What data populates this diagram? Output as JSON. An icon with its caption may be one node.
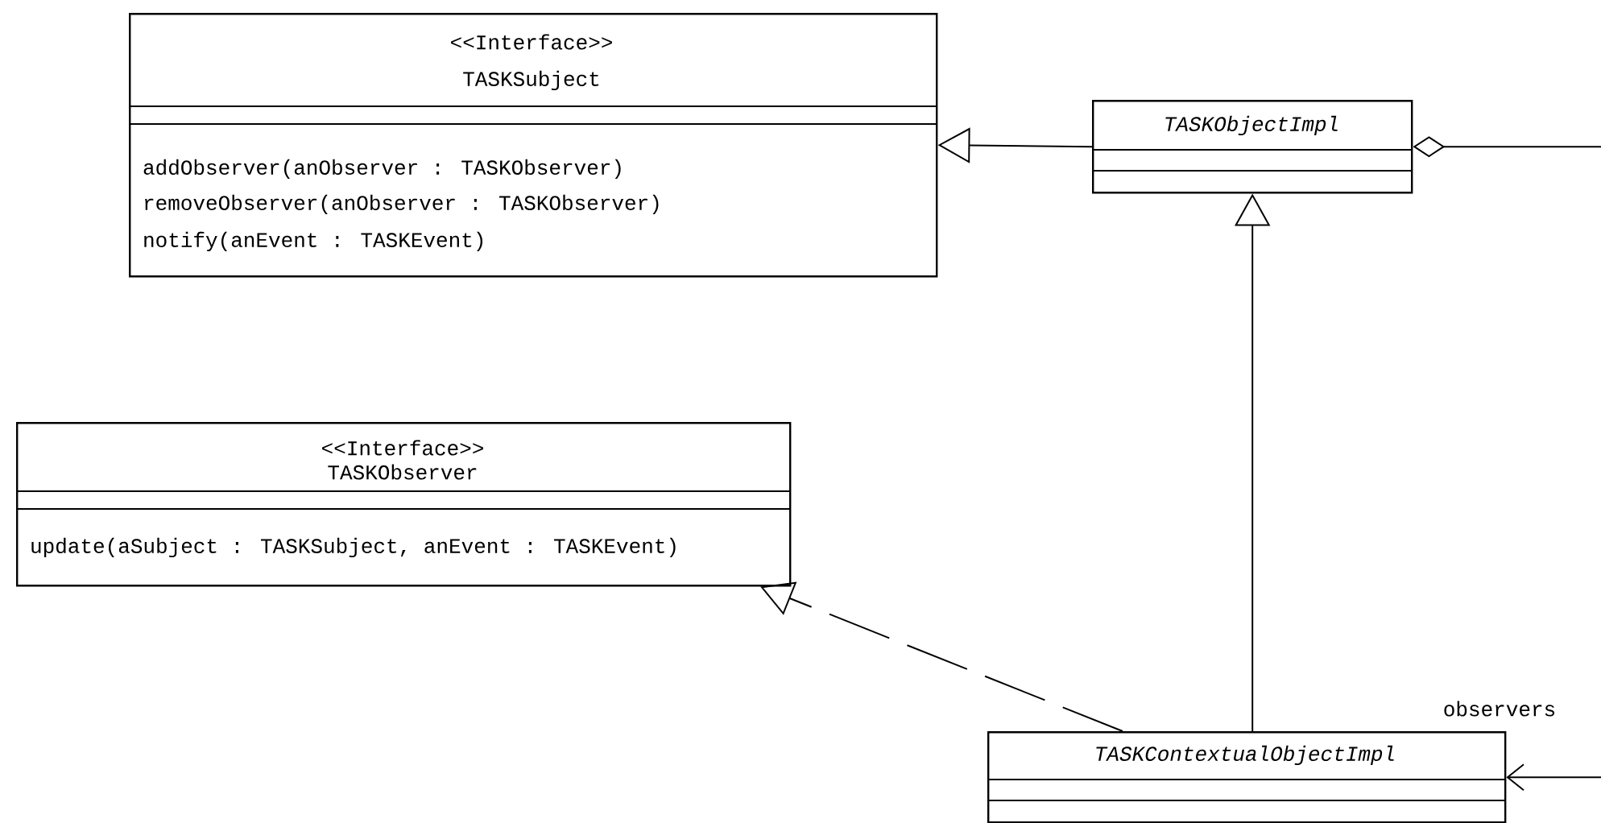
{
  "diagram": {
    "nodes": [
      {
        "text": [
          "<<Interface>>",
          "TASKSubject",
          "addObserver(anObserver : TASKObserver)",
          "removeObserver(anObserver : TASKObserver)",
          "notify(anEvent : TASKEvent)"
        ]
      },
      {
        "text": [
          "TASKObjectImpl"
        ]
      },
      {
        "text": [
          "<<Interface>>",
          "TASKObserver",
          "update(aSubject : TASKSubject, anEvent : TASKEvent)"
        ]
      },
      {
        "text": [
          "TASKContextualObjectImpl"
        ]
      }
    ],
    "edges": [
      {
        "from": 1,
        "to": 0,
        "arrow": "to"
      },
      {
        "from": 3,
        "to": 1,
        "arrow": "to"
      },
      {
        "from": 3,
        "to": 2,
        "arrow": "to",
        "style": "dashed"
      },
      {
        "from": 1,
        "to": null,
        "arrow": "other"
      },
      {
        "from": null,
        "to": 3,
        "arrow": "to",
        "label": "observers"
      }
    ]
  }
}
